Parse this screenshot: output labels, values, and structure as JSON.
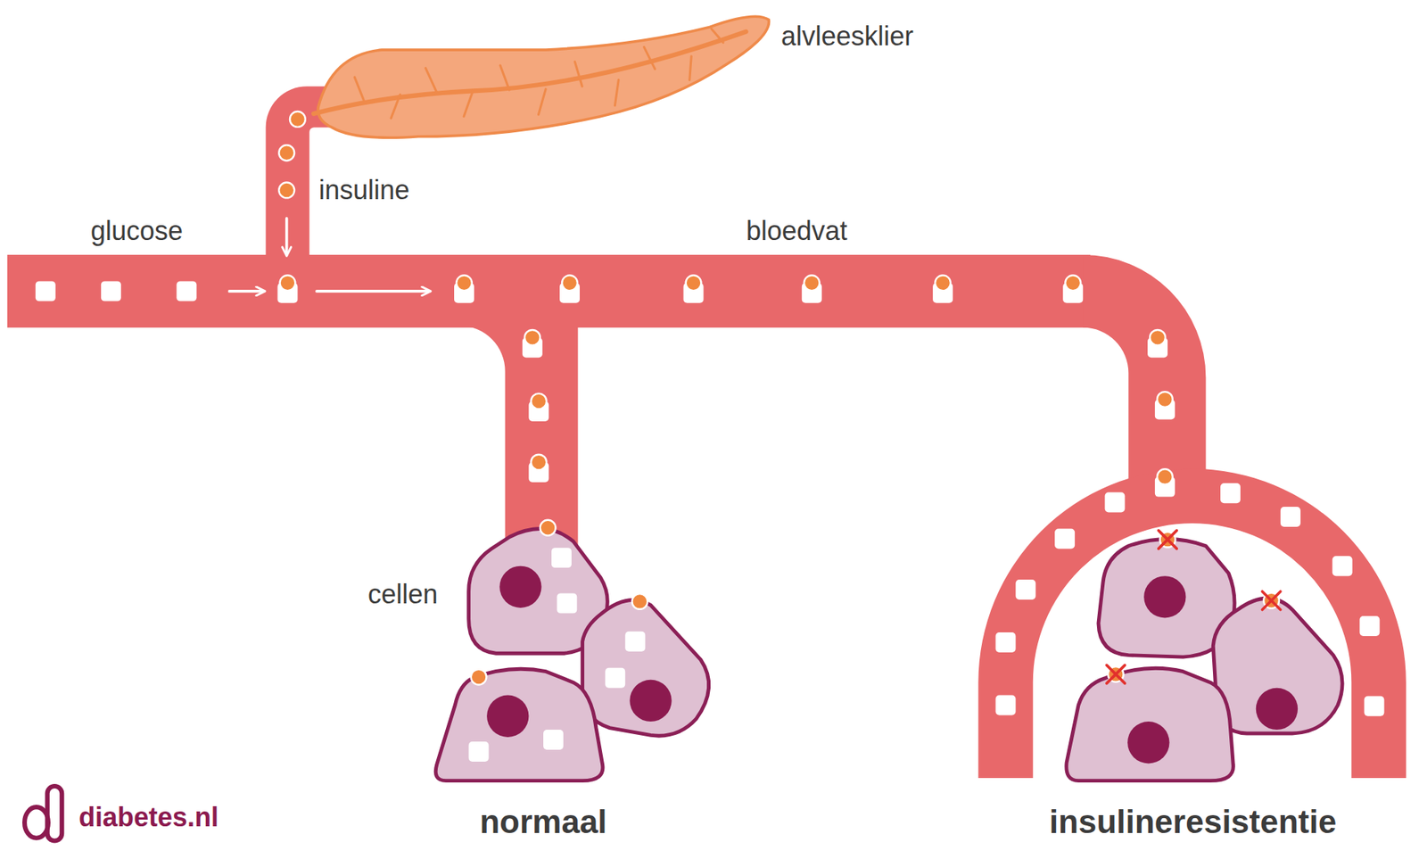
{
  "diagram": {
    "nodes": [
      {
        "text": [
          "alvleesklier"
        ]
      },
      {
        "text": [
          "cellen",
          "normaal"
        ]
      },
      {
        "text": [
          "insulineresistentie"
        ]
      }
    ],
    "labels": [
      "insuline",
      "glucose",
      "bloedvat",
      "diabetes.nl"
    ]
  }
}
